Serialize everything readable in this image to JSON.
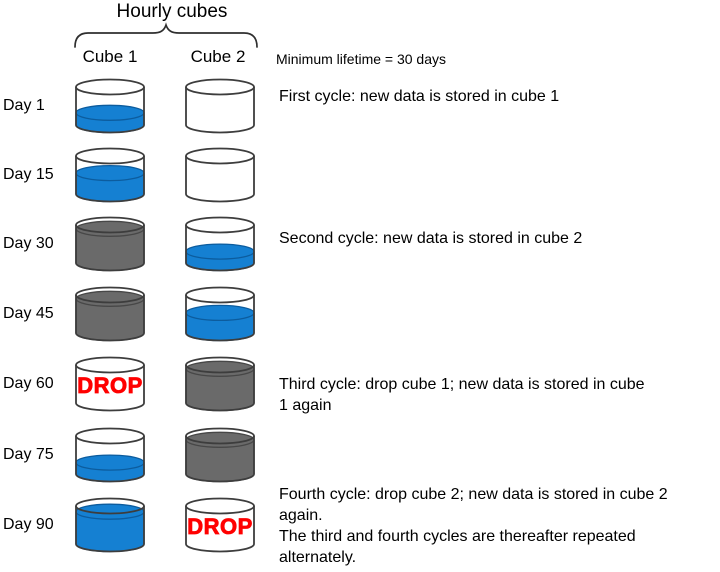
{
  "header": {
    "title": "Hourly cubes",
    "col1": "Cube 1",
    "col2": "Cube 2",
    "lifetime_note": "Minimum lifetime = 30 days"
  },
  "drop_label": "DROP",
  "colors": {
    "blue_fill": "#1580D2",
    "blue_stroke": "#0C5C9E",
    "gray_fill": "#6A6A6A",
    "gray_stroke": "#474747",
    "outline": "#3D3D3D",
    "brace": "#2F2F2F",
    "drop_red": "#FF0000",
    "text": "#000000"
  },
  "rows": [
    {
      "label": "Day 1",
      "cube1": {
        "state": "filled",
        "color": "blue",
        "level": 0.32
      },
      "cube2": {
        "state": "empty"
      },
      "note_lines": [
        "First cycle: new data is stored in cube 1"
      ]
    },
    {
      "label": "Day 15",
      "cube1": {
        "state": "filled",
        "color": "blue",
        "level": 0.55
      },
      "cube2": {
        "state": "empty"
      },
      "note_lines": []
    },
    {
      "label": "Day 30",
      "cube1": {
        "state": "filled",
        "color": "gray",
        "level": 0.9
      },
      "cube2": {
        "state": "filled",
        "color": "blue",
        "level": 0.3
      },
      "note_lines": [
        "Second cycle: new data is stored in cube 2"
      ]
    },
    {
      "label": "Day 45",
      "cube1": {
        "state": "filled",
        "color": "gray",
        "level": 0.9
      },
      "cube2": {
        "state": "filled",
        "color": "blue",
        "level": 0.53
      },
      "note_lines": []
    },
    {
      "label": "Day 60",
      "cube1": {
        "state": "drop"
      },
      "cube2": {
        "state": "filled",
        "color": "gray",
        "level": 0.9
      },
      "note_lines": [
        "Third cycle: drop cube 1; new data is stored in cube",
        "1 again"
      ]
    },
    {
      "label": "Day 75",
      "cube1": {
        "state": "filled",
        "color": "blue",
        "level": 0.3
      },
      "cube2": {
        "state": "filled",
        "color": "gray",
        "level": 0.9
      },
      "note_lines": []
    },
    {
      "label": "Day 90",
      "cube1": {
        "state": "filled",
        "color": "blue",
        "level": 0.85
      },
      "cube2": {
        "state": "drop"
      },
      "note_lines": [
        "Fourth cycle: drop cube 2; new data is stored in cube 2",
        "again.",
        "The third and fourth cycles are thereafter repeated",
        "alternately."
      ]
    }
  ]
}
